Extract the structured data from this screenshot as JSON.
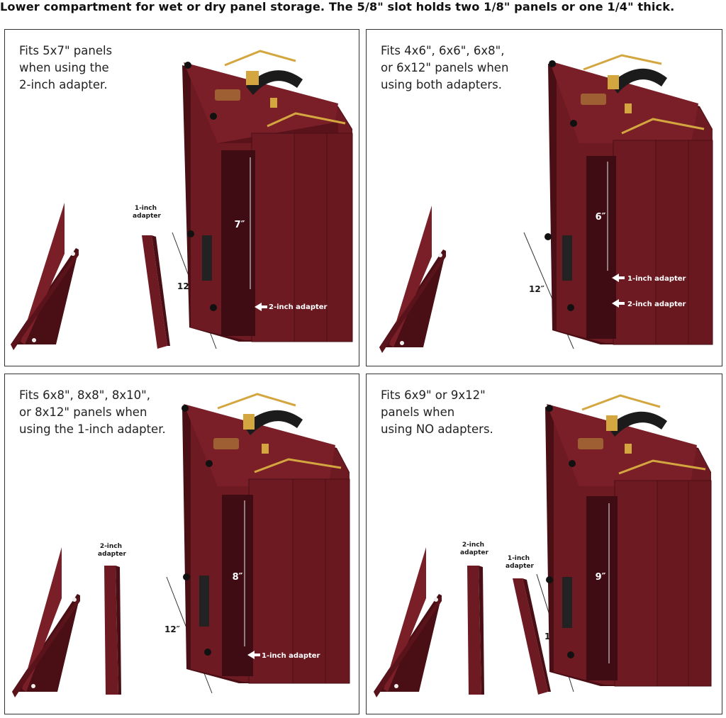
{
  "headline": "Lower compartment for wet or dry panel storage. The 5/8\" slot holds two 1/8\" panels or one 1/4\" thick.",
  "panels": [
    {
      "caption": "Fits 5x7\" panels\nwhen using the\n2-inch adapter.",
      "loose_adapter_label": "1-inch\nadapter",
      "height_label": "7″",
      "depth_label": "12″",
      "adapter_callouts": [
        "2-inch adapter"
      ]
    },
    {
      "caption": "Fits 4x6\", 6x6\", 6x8\",\nor 6x12\" panels when\nusing both adapters.",
      "height_label": "6″",
      "depth_label": "12″",
      "adapter_callouts": [
        "1-inch adapter",
        "2-inch adapter"
      ]
    },
    {
      "caption": "Fits 6x8\", 8x8\", 8x10\",\nor 8x12\" panels when\nusing the 1-inch adapter.",
      "loose_adapter_label": "2-inch\nadapter",
      "height_label": "8″",
      "depth_label": "12″",
      "adapter_callouts": [
        "1-inch adapter"
      ]
    },
    {
      "caption": "Fits 6x9\" or 9x12\"\npanels when\nusing NO adapters.",
      "loose_adapter_label": "2-inch\nadapter",
      "loose_adapter_label_2": "1-inch\nadapter",
      "height_label": "9″",
      "depth_label": "12″",
      "adapter_callouts": []
    }
  ],
  "colors": {
    "wood": "#6e1a22",
    "wood_dark": "#4a0f15",
    "wood_light": "#8a2a31",
    "brass": "#d4a640",
    "handle": "#1b1b1b",
    "border": "#333333"
  }
}
